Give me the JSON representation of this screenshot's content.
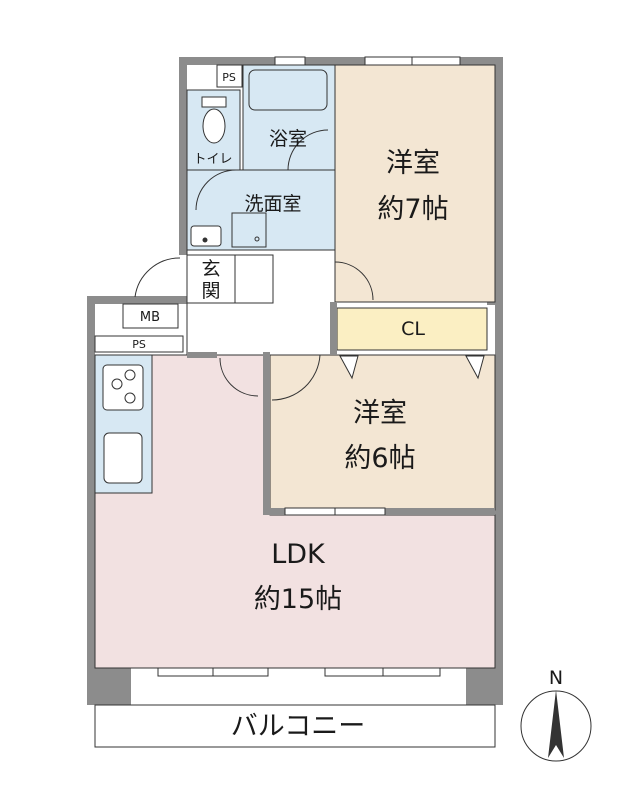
{
  "rooms": {
    "western_7": {
      "name": "洋室",
      "size": "約7帖"
    },
    "western_6": {
      "name": "洋室",
      "size": "約6帖"
    },
    "ldk": {
      "name": "LDK",
      "size": "約15帖"
    },
    "bathroom": {
      "name": "浴室"
    },
    "washroom": {
      "name": "洗面室"
    },
    "toilet": {
      "name": "トイレ"
    },
    "entrance": {
      "name_line1": "玄",
      "name_line2": "関"
    },
    "closet": {
      "name": "CL"
    },
    "balcony": {
      "name": "バルコニー"
    }
  },
  "labels": {
    "ps_top": "PS",
    "ps_side": "PS",
    "mb": "MB",
    "north": "N"
  },
  "colors": {
    "wall": "#8c8c8c",
    "western_room": "#f3e6d3",
    "ldk": "#f2e1e1",
    "wet_area": "#d7e8f3",
    "closet": "#fbefc3",
    "balcony": "#ffffff",
    "line": "#333333"
  }
}
